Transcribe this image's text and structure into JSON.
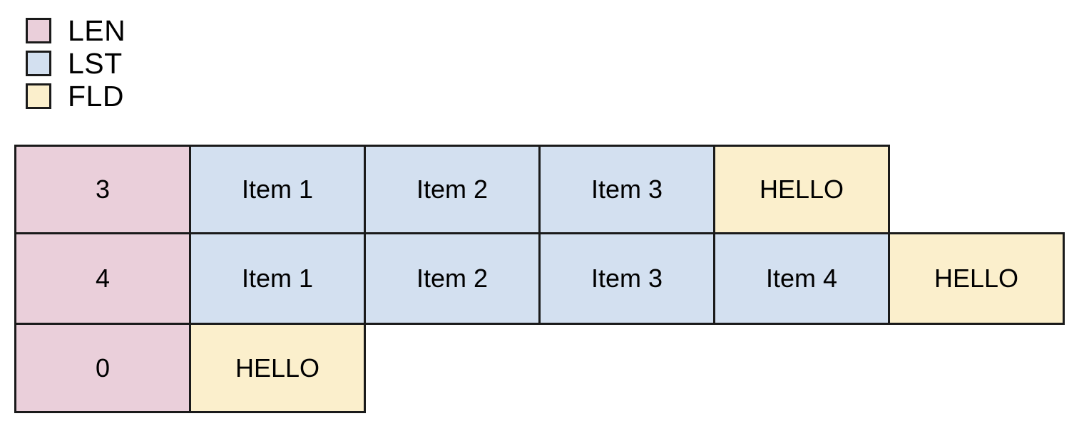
{
  "legend": {
    "items": [
      {
        "label": "LEN",
        "color": "#eacfda",
        "swatch_name": "legend-swatch-len"
      },
      {
        "label": "LST",
        "color": "#d3e0f0",
        "swatch_name": "legend-swatch-lst"
      },
      {
        "label": "FLD",
        "color": "#fbefcc",
        "swatch_name": "legend-swatch-fld"
      }
    ]
  },
  "colors": {
    "LEN": "#eacfda",
    "LST": "#d3e0f0",
    "FLD": "#fbefcc",
    "border": "#1a1a1a",
    "background": "#ffffff"
  },
  "table": {
    "rows": [
      {
        "name": "row-len-3",
        "cells": [
          {
            "text": "3",
            "type": "LEN"
          },
          {
            "text": "Item 1",
            "type": "LST"
          },
          {
            "text": "Item 2",
            "type": "LST"
          },
          {
            "text": "Item 3",
            "type": "LST"
          },
          {
            "text": "HELLO",
            "type": "FLD"
          }
        ]
      },
      {
        "name": "row-len-4",
        "cells": [
          {
            "text": "4",
            "type": "LEN"
          },
          {
            "text": "Item 1",
            "type": "LST"
          },
          {
            "text": "Item 2",
            "type": "LST"
          },
          {
            "text": "Item 3",
            "type": "LST"
          },
          {
            "text": "Item 4",
            "type": "LST"
          },
          {
            "text": "HELLO",
            "type": "FLD"
          }
        ]
      },
      {
        "name": "row-len-0",
        "cells": [
          {
            "text": "0",
            "type": "LEN"
          },
          {
            "text": "HELLO",
            "type": "FLD"
          }
        ]
      }
    ]
  }
}
